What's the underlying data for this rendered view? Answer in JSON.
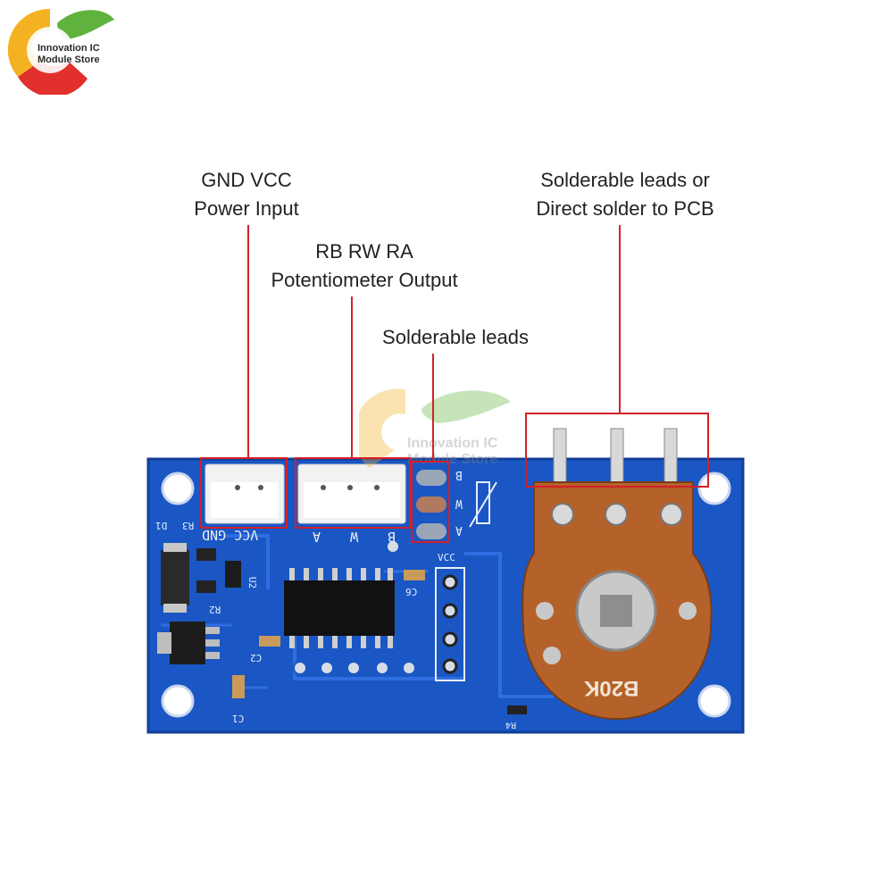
{
  "logo": {
    "line1": "Innovation IC",
    "line2": "Module Store"
  },
  "watermark": {
    "line1": "Innovation IC",
    "line2": "Module Store"
  },
  "callouts": {
    "power_line1": "GND VCC",
    "power_line2": "Power Input",
    "pot_output_line1": "RB RW RA",
    "pot_output_line2": "Potentiometer Output",
    "solder_leads": "Solderable leads",
    "solder_pcb_line1": "Solderable leads or",
    "solder_pcb_line2": "Direct solder to PCB"
  },
  "board": {
    "silk_vcc_gnd": "VCC GND",
    "silk_b": "B",
    "silk_w": "W",
    "silk_a": "A",
    "silk_r_w_r": "B W A",
    "silk_vcc": "VCC",
    "silk_d1": "D1",
    "silk_r3": "R3",
    "silk_r2": "R2",
    "silk_u2": "U2",
    "silk_c2": "C2",
    "silk_c1": "C1",
    "silk_c6": "C6",
    "silk_r4": "R4",
    "pot_marking": "B20K"
  },
  "colors": {
    "pcb": "#1a56c4",
    "callout_red": "#d32027",
    "pot_body": "#b5622a"
  }
}
